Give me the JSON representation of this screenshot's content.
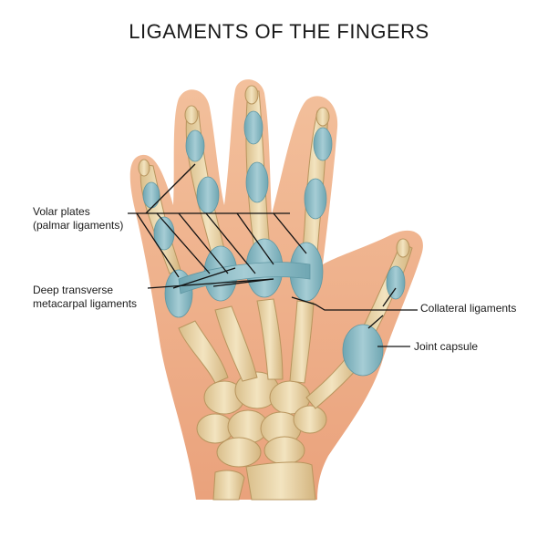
{
  "title": "LIGAMENTS OF THE FINGERS",
  "labels": {
    "volar_plates_line1": "Volar plates",
    "volar_plates_line2": "(palmar ligaments)",
    "deep_transverse_line1": "Deep transverse",
    "deep_transverse_line2": "metacarpal ligaments",
    "collateral": "Collateral ligaments",
    "joint_capsule": "Joint capsule"
  },
  "colors": {
    "skin": "#f0b48e",
    "bone": "#ecd8ab",
    "bone_shade": "#cdb17c",
    "ligament": "#8fbcc6",
    "ligament_dark": "#5f97a3",
    "leader": "#111111"
  }
}
